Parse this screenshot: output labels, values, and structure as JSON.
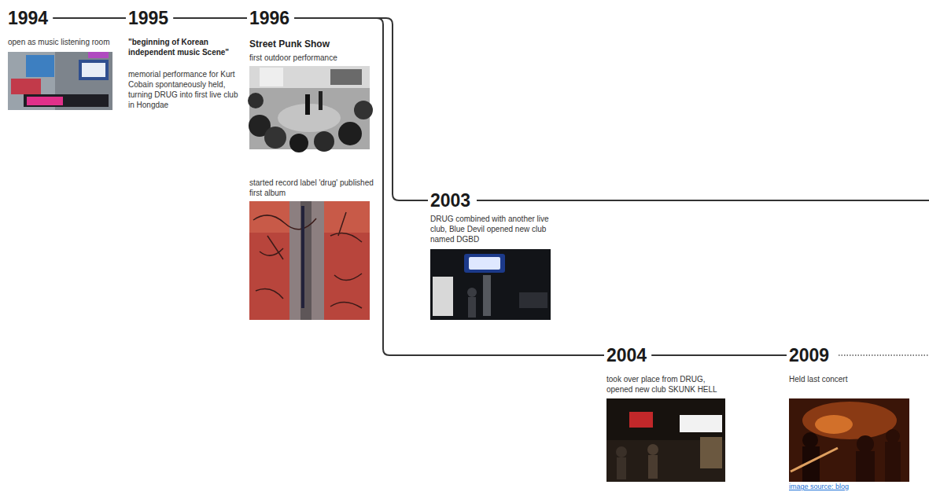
{
  "diagram": {
    "nodes": [
      {
        "text": [
          "1994",
          "open as music listening room"
        ]
      },
      {
        "text": [
          "1995",
          "\"beginning of Korean independent music Scene\"",
          "memorial performance for Kurt Cobain spontaneously held, turning DRUG into first live club in Hongdae"
        ]
      },
      {
        "text": [
          "1996",
          "Street Punk Show",
          "first outdoor performance",
          "started record label 'drug' published first album"
        ]
      },
      {
        "text": [
          "2003",
          "DRUG combined with another live club, Blue Devil opened new club named DGBD"
        ]
      },
      {
        "text": [
          "2004",
          "took over place from DRUG, opened new club SKUNK HELL"
        ]
      },
      {
        "text": [
          "2009",
          "Held last concert"
        ]
      }
    ],
    "edges": [
      {
        "from": 0,
        "to": 1,
        "arrow": "none"
      },
      {
        "from": 1,
        "to": 2,
        "arrow": "none"
      },
      {
        "from": 2,
        "to": 3,
        "arrow": "none"
      },
      {
        "from": 2,
        "to": 4,
        "arrow": "none"
      },
      {
        "from": 4,
        "to": 5,
        "arrow": "none"
      }
    ],
    "labels": [
      "image source: blog"
    ]
  }
}
